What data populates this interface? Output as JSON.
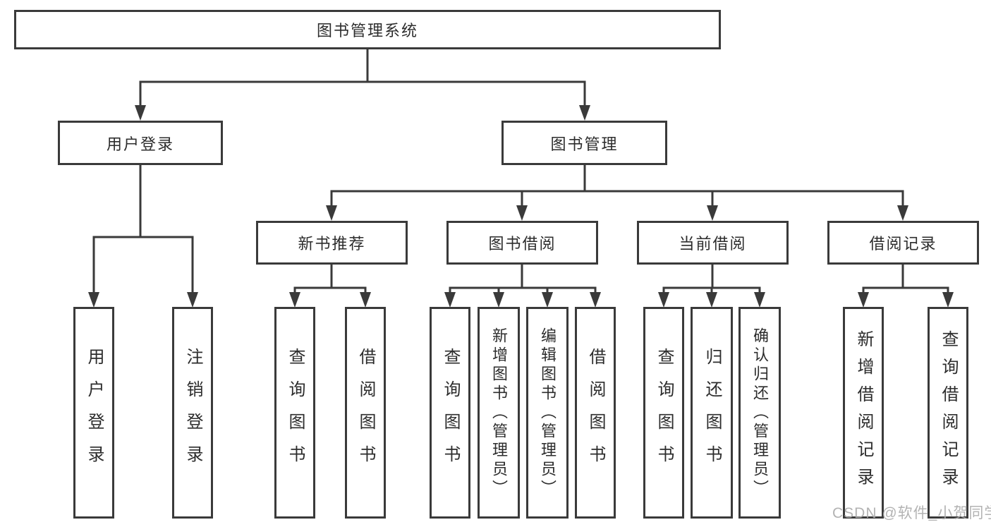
{
  "diagram_type": "hierarchy-tree",
  "colors": {
    "line": "#3a3a3a",
    "box_border": "#3a3a3a",
    "text": "#2c2c2c",
    "background": "#ffffff",
    "watermark": "#ababab"
  },
  "root": {
    "label": "图书管理系统",
    "children": [
      {
        "label": "用户登录",
        "children": [
          {
            "label": "用户登录"
          },
          {
            "label": "注销登录"
          }
        ]
      },
      {
        "label": "图书管理",
        "children": [
          {
            "label": "新书推荐",
            "children": [
              {
                "label": "查询图书"
              },
              {
                "label": "借阅图书"
              }
            ]
          },
          {
            "label": "图书借阅",
            "children": [
              {
                "label": "查询图书"
              },
              {
                "label": "新增图书（管理员）"
              },
              {
                "label": "编辑图书（管理员）"
              },
              {
                "label": "借阅图书"
              }
            ]
          },
          {
            "label": "当前借阅",
            "children": [
              {
                "label": "查询图书"
              },
              {
                "label": "归还图书"
              },
              {
                "label": "确认归还（管理员）"
              }
            ]
          },
          {
            "label": "借阅记录",
            "children": [
              {
                "label": "新增借阅记录"
              },
              {
                "label": "查询借阅记录"
              }
            ]
          }
        ]
      }
    ]
  },
  "watermark": {
    "text": "CSDN @软件_小贺同学"
  }
}
